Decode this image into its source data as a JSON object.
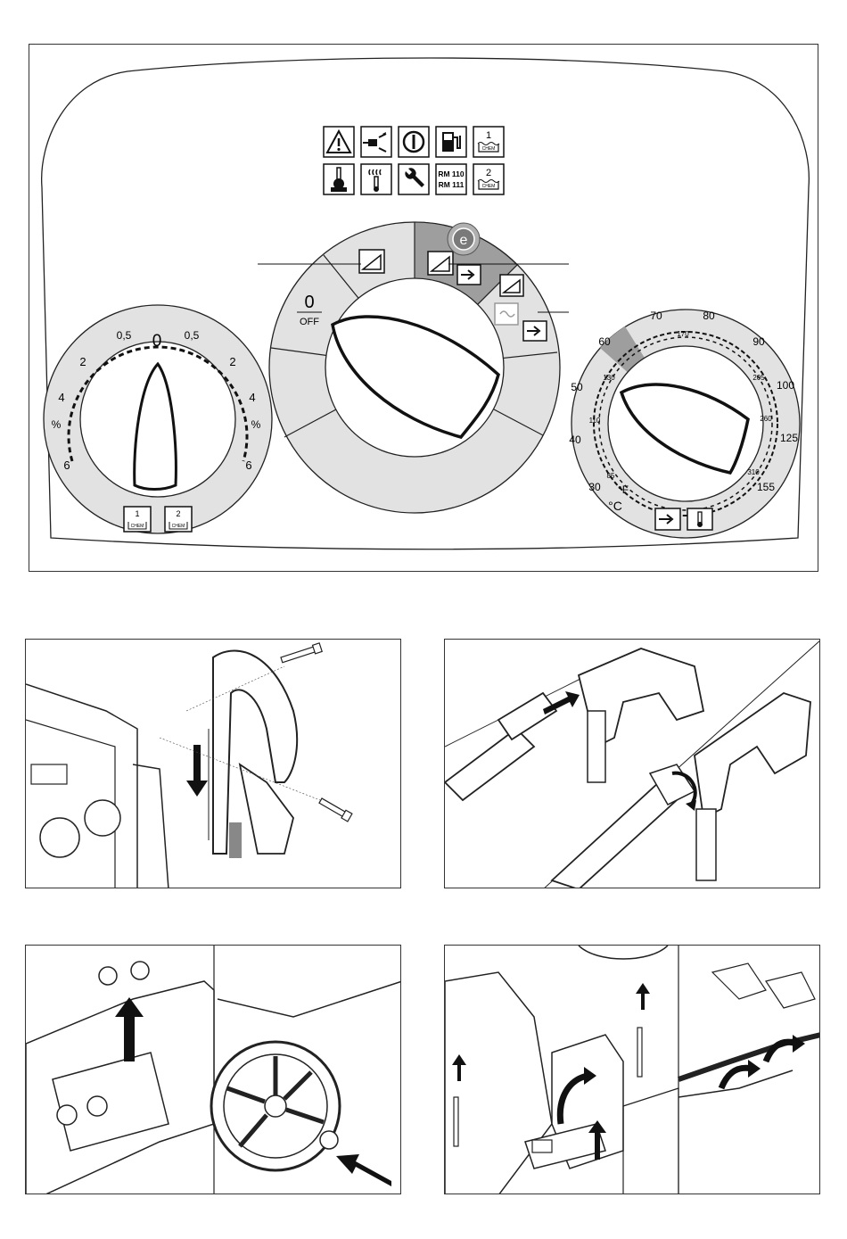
{
  "control_panel": {
    "status_icons_row1": [
      "warning-icon",
      "plug-icon",
      "power-icon",
      "fuel-icon",
      "chem1-icon"
    ],
    "status_icons_row2": [
      "thermostat-icon",
      "heating-icon",
      "wrench-icon",
      "rm-icon",
      "chem2-icon"
    ],
    "chem1_number": "1",
    "chem2_number": "2",
    "chem_word": "CHEM",
    "rm_line1": "RM 110",
    "rm_line2": "RM 111",
    "left_dial": {
      "top_zero": "0",
      "left_labels": [
        "0,5",
        "2",
        "4",
        "%",
        "6"
      ],
      "right_labels": [
        "0,5",
        "2",
        "4",
        "%",
        "6"
      ]
    },
    "center_dial": {
      "off_number": "0",
      "off_text": "OFF",
      "eco_badge": "e"
    },
    "right_dial": {
      "celsius_scale": [
        "30",
        "40",
        "50",
        "60",
        "70",
        "80",
        "90",
        "100",
        "125",
        "155"
      ],
      "fahrenheit_scale": [
        "85",
        "110",
        "130",
        "170",
        "205",
        "260",
        "310"
      ],
      "unit_c": "°C",
      "unit_f": "°F",
      "highlight_value": "60"
    }
  },
  "illustrations": [
    "handle-mounting",
    "gun-lance-connection",
    "cap-and-wheel-assembly",
    "panel-screw-removal"
  ]
}
